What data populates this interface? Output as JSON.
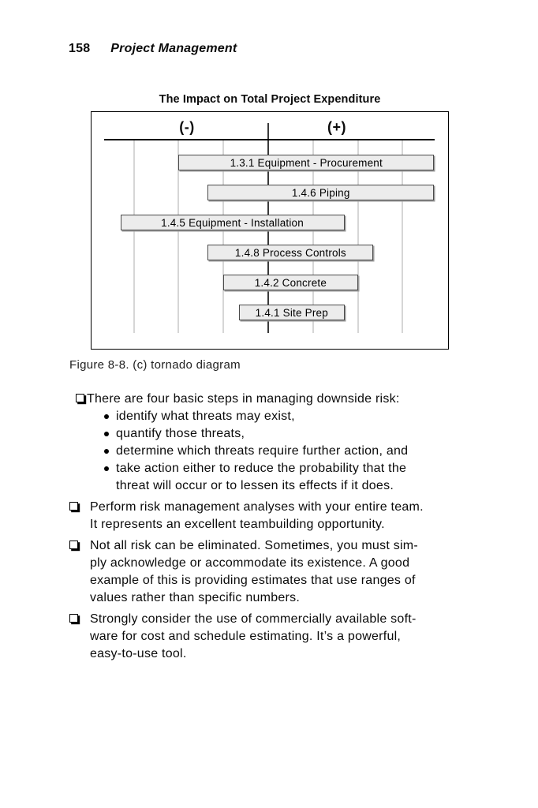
{
  "page": {
    "number": "158",
    "header_title": "Project Management"
  },
  "figure": {
    "caption": "Figure 8-8. (c) tornado diagram"
  },
  "chart_data": {
    "type": "bar",
    "subtype": "tornado",
    "title": "The Impact on Total Project Expenditure",
    "axis_tick_labels": [
      "(-)",
      "(+)"
    ],
    "xlabel": "",
    "ylabel": "",
    "units": "relative grid divisions (no numeric scale shown)",
    "grid_divisions_each_side": 3,
    "grid": true,
    "bars": [
      {
        "label": "1.3.1 Equipment - Procurement",
        "minus": 2.0,
        "plus": 3.7
      },
      {
        "label": "1.4.6 Piping",
        "minus": 1.35,
        "plus": 3.7
      },
      {
        "label": "1.4.5 Equipment - Installation",
        "minus": 3.3,
        "plus": 1.7
      },
      {
        "label": "1.4.8 Process Controls",
        "minus": 1.35,
        "plus": 2.35
      },
      {
        "label": "1.4.2 Concrete",
        "minus": 1.0,
        "plus": 2.0
      },
      {
        "label": "1.4.1 Site Prep",
        "minus": 0.65,
        "plus": 1.7
      }
    ]
  },
  "content": {
    "items": [
      {
        "lines": [
          "There are four basic steps in managing downside risk:"
        ],
        "sub_items": [
          {
            "lines": [
              "identify what threats may exist,"
            ]
          },
          {
            "lines": [
              "quantify those threats,"
            ]
          },
          {
            "lines": [
              "determine which threats require further action, and"
            ]
          },
          {
            "lines": [
              "take action either to reduce the probability that the",
              "threat will occur or to lessen its effects if it does."
            ]
          }
        ]
      },
      {
        "lines": [
          "Perform risk management analyses with your entire team.",
          "It represents an excellent teambuilding opportunity."
        ],
        "sub_items": []
      },
      {
        "lines": [
          "Not all risk can be eliminated. Sometimes, you must sim-",
          "ply acknowledge or accommodate its existence. A good",
          "example of this is providing estimates that use ranges of",
          "values rather than specific numbers."
        ],
        "sub_items": []
      },
      {
        "lines": [
          "Strongly consider the use of commercially available soft-",
          "ware for cost and schedule estimating. It’s a powerful,",
          "easy-to-use tool."
        ],
        "sub_items": []
      }
    ]
  }
}
